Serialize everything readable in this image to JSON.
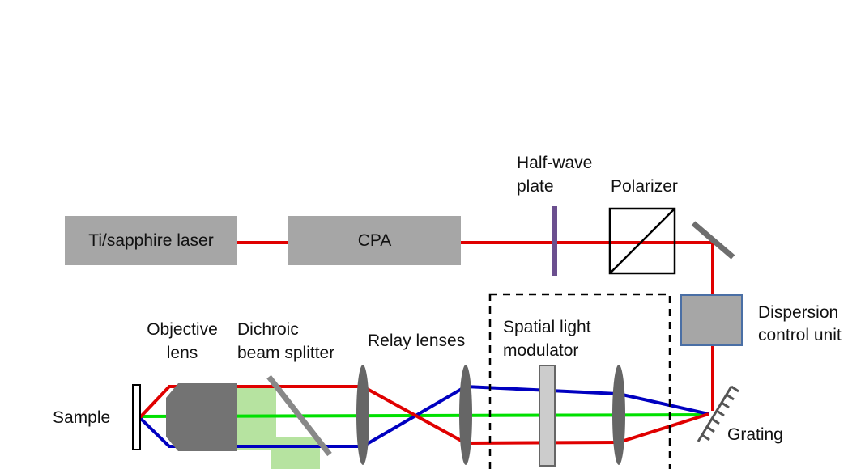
{
  "components": {
    "laser": "Ti/sapphire laser",
    "cpa": "CPA",
    "half_wave_plate": [
      "Half-wave",
      "plate"
    ],
    "polarizer": "Polarizer",
    "dispersion_unit": [
      "Dispersion",
      "control unit"
    ],
    "grating": "Grating",
    "slm": [
      "Spatial light",
      "modulator"
    ],
    "relay_lenses": "Relay lenses",
    "dichroic": [
      "Dichroic",
      "beam splitter"
    ],
    "objective": [
      "Objective",
      "lens"
    ],
    "sample": "Sample"
  },
  "colors": {
    "beam_red": "#e00000",
    "beam_blue": "#0000c0",
    "beam_green": "#00e000",
    "box_gray": "#a6a6a6",
    "lens_gray": "#666666",
    "mirror_gray": "#6e6e6e",
    "waveplate_purple": "#6b4f8f",
    "dispersion_border": "#4a6fa5",
    "green_tint": "#b6e3a0"
  }
}
